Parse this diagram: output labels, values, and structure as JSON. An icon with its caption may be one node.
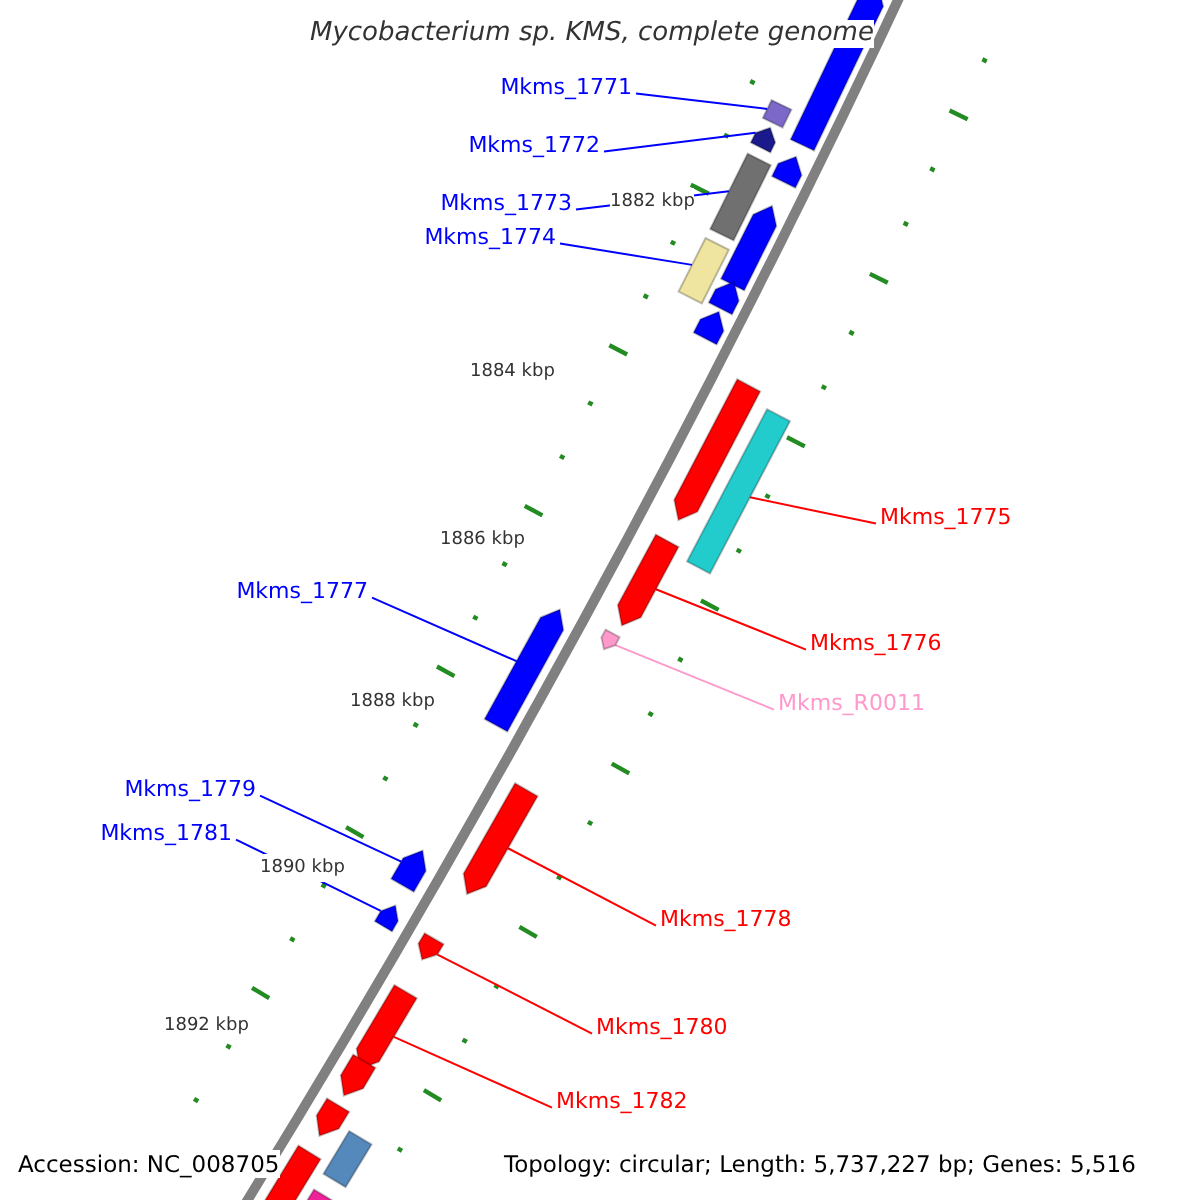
{
  "diagram": {
    "title": "Mycobacterium sp. KMS, complete genome",
    "nodes": [
      {
        "text": [
          "Mkms_1771"
        ]
      },
      {
        "text": [
          "Mkms_1772"
        ]
      },
      {
        "text": [
          "Mkms_1773"
        ]
      },
      {
        "text": [
          "Mkms_1774"
        ]
      },
      {
        "text": [
          "Mkms_1775"
        ]
      },
      {
        "text": [
          "Mkms_1776"
        ]
      },
      {
        "text": [
          "Mkms_R0011"
        ]
      },
      {
        "text": [
          "Mkms_1777"
        ]
      },
      {
        "text": [
          "Mkms_1778"
        ]
      },
      {
        "text": [
          "Mkms_1779"
        ]
      },
      {
        "text": [
          "Mkms_1780"
        ]
      },
      {
        "text": [
          "Mkms_1781"
        ]
      },
      {
        "text": [
          "Mkms_1782"
        ]
      },
      {
        "text": [],
        "shape": "pentagon"
      },
      {
        "text": [],
        "shape": "box"
      },
      {
        "text": [],
        "shape": "pentagon"
      },
      {
        "text": [],
        "shape": "pentagon"
      },
      {
        "text": [],
        "shape": "box"
      },
      {
        "text": [],
        "shape": "pentagon"
      },
      {
        "text": [],
        "shape": "box"
      },
      {
        "text": [],
        "shape": "pentagon"
      },
      {
        "text": [],
        "shape": "pentagon"
      },
      {
        "text": [],
        "shape": "pentagon"
      },
      {
        "text": [],
        "shape": "box"
      },
      {
        "text": [],
        "shape": "pentagon"
      },
      {
        "text": [],
        "shape": "pentagon"
      },
      {
        "text": [],
        "shape": "pentagon"
      },
      {
        "text": [],
        "shape": "pentagon"
      },
      {
        "text": [],
        "shape": "pentagon"
      },
      {
        "text": [],
        "shape": "pentagon"
      },
      {
        "text": [],
        "shape": "pentagon"
      },
      {
        "text": [],
        "shape": "pentagon"
      },
      {
        "text": [],
        "shape": "pentagon"
      },
      {
        "text": [],
        "shape": "pentagon"
      },
      {
        "text": [],
        "shape": "box"
      },
      {
        "text": [],
        "shape": "pentagon"
      },
      {
        "text": [],
        "shape": "box"
      }
    ],
    "edges": [
      {
        "from": 0,
        "to": 14,
        "arrow": "none"
      },
      {
        "from": 1,
        "to": 15,
        "arrow": "none"
      },
      {
        "from": 2,
        "to": 17,
        "arrow": "none"
      },
      {
        "from": 3,
        "to": 19,
        "arrow": "none"
      },
      {
        "from": 4,
        "to": 23,
        "arrow": "none",
        "color": "#ff0000"
      },
      {
        "from": 5,
        "to": 24,
        "arrow": "none",
        "color": "#ff0000"
      },
      {
        "from": 6,
        "to": 25,
        "arrow": "none",
        "color": "#ff99cc"
      },
      {
        "from": 7,
        "to": 26,
        "arrow": "none"
      },
      {
        "from": 8,
        "to": 27,
        "arrow": "none",
        "color": "#ff0000"
      },
      {
        "from": 9,
        "to": 28,
        "arrow": "none"
      },
      {
        "from": 10,
        "to": 30,
        "arrow": "none",
        "color": "#ff0000"
      },
      {
        "from": 11,
        "to": 29,
        "arrow": "none"
      },
      {
        "from": 12,
        "to": 31,
        "arrow": "none",
        "color": "#ff0000"
      }
    ],
    "labels": [
      "1882 kbp",
      "1884 kbp",
      "1886 kbp",
      "1888 kbp",
      "1890 kbp",
      "1892 kbp",
      "Accession: NC_008705",
      "Topology: circular; Length: 5,737,227 bp; Genes: 5,516"
    ]
  }
}
